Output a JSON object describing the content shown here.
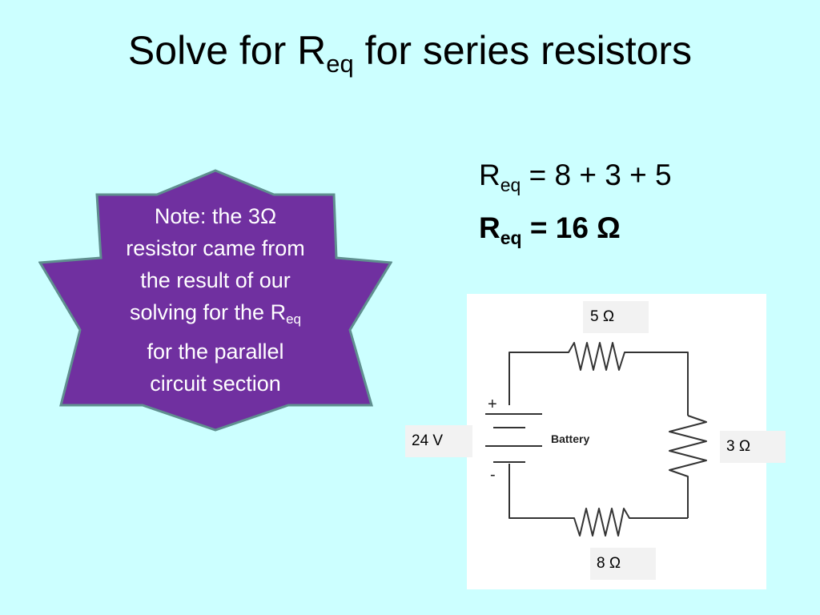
{
  "title": {
    "prefix": "Solve for R",
    "sub": "eq",
    "suffix": " for series resistors"
  },
  "equations": {
    "line1": {
      "prefix": "R",
      "sub": "eq",
      "suffix": " = 8 + 3 + 5"
    },
    "line2": {
      "prefix": "R",
      "sub": "eq",
      "suffix": " = 16 Ω"
    }
  },
  "note": {
    "line1": "Note: the 3Ω",
    "line2": "resistor came from",
    "line3": "the result of our",
    "line4_prefix": "solving for the R",
    "line4_sub": "eq",
    "line5": "for the parallel",
    "line6": "circuit section"
  },
  "circuit": {
    "battery_label": "Battery",
    "plus": "+",
    "minus": "-",
    "labels": {
      "r_top": "5 Ω",
      "r_right": "3 Ω",
      "r_bottom": "8 Ω",
      "voltage": "24 V"
    }
  },
  "colors": {
    "background": "#ccffff",
    "star_fill": "#7030a0",
    "star_stroke": "#5f8f8f",
    "note_text": "#ffffff"
  }
}
